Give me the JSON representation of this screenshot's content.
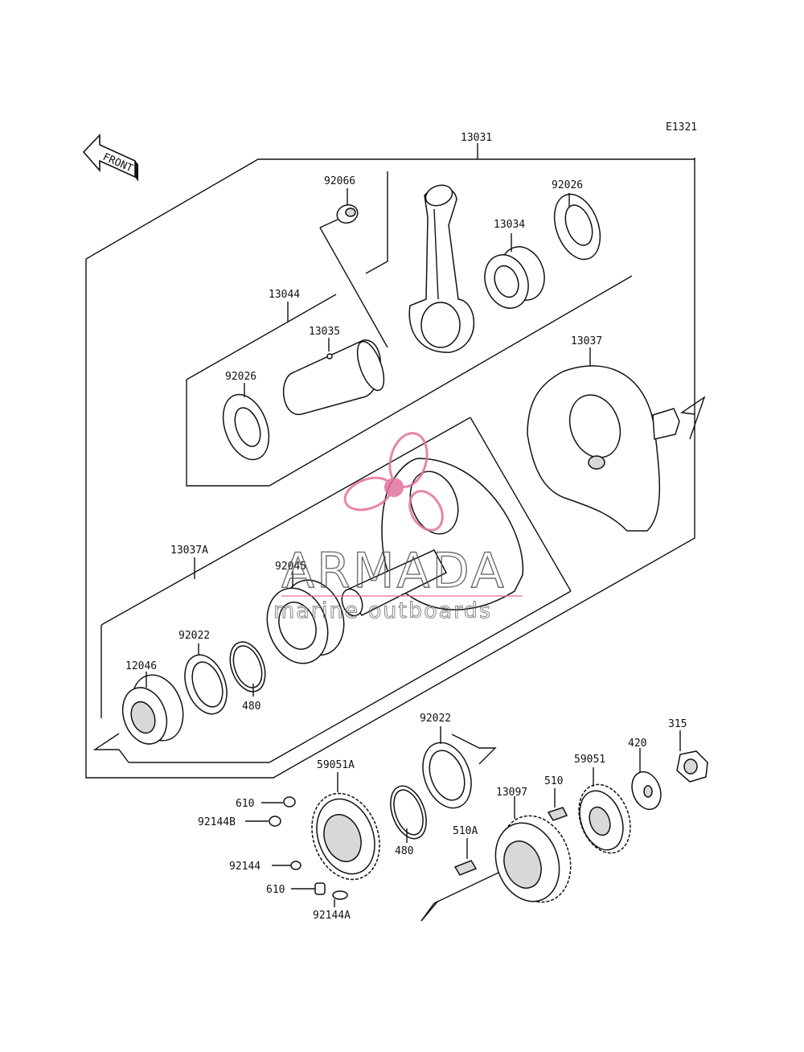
{
  "diagram_code": "E1321",
  "front_label": "FRONT",
  "watermark": {
    "brand": "ARMADA",
    "tagline": "marine outboards",
    "logo_color": "#e2709d"
  },
  "parts": {
    "p13031": "13031",
    "p92066": "92066",
    "p92026a": "92026",
    "p13034": "13034",
    "p13044": "13044",
    "p13035": "13035",
    "p92026b": "92026",
    "p13037": "13037",
    "p13037A": "13037A",
    "p92045": "92045",
    "p92022a": "92022",
    "p12046": "12046",
    "p480a": "480",
    "p92022b": "92022",
    "p59051A": "59051A",
    "p610a": "610",
    "p92144B": "92144B",
    "p92144": "92144",
    "p610b": "610",
    "p92144A": "92144A",
    "p480b": "480",
    "p510A": "510A",
    "p13097": "13097",
    "p510": "510",
    "p59051": "59051",
    "p420": "420",
    "p315": "315"
  }
}
